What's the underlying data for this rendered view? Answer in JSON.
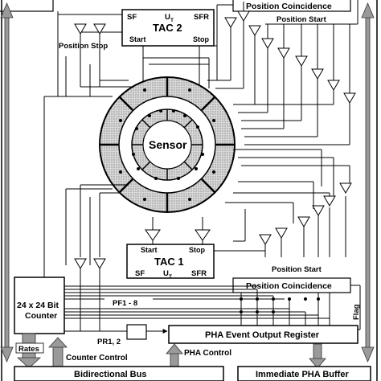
{
  "tac2": {
    "title": "TAC 2",
    "sf": "SF",
    "ut": "U",
    "ut_sub": "T",
    "sfr": "SFR",
    "start": "Start",
    "stop": "Stop"
  },
  "tac1": {
    "title": "TAC 1",
    "sf": "SF",
    "ut": "U",
    "ut_sub": "T",
    "sfr": "SFR",
    "start": "Start",
    "stop": "Stop"
  },
  "top_coincidence": {
    "label": "Position Coincidence",
    "start_label": "Position Start"
  },
  "top_left_label": "Position Stop",
  "sensor_label": "Sensor",
  "bottom_coincidence": {
    "label": "Position Coincidence",
    "start_label": "Position Start"
  },
  "counter": {
    "line1": "24 x 24 Bit",
    "line2": "Counter"
  },
  "pf_label": "PF1 - 8",
  "pr_label": "PR1, 2",
  "pha_register": "PHA Event Output Register",
  "flag_label": "Flag",
  "rates_label": "Rates",
  "counter_control": "Counter Control",
  "pha_control": "PHA Control",
  "bidirectional_bus": "Bidirectional Bus",
  "immediate_pha_buffer": "Immediate PHA Buffer"
}
